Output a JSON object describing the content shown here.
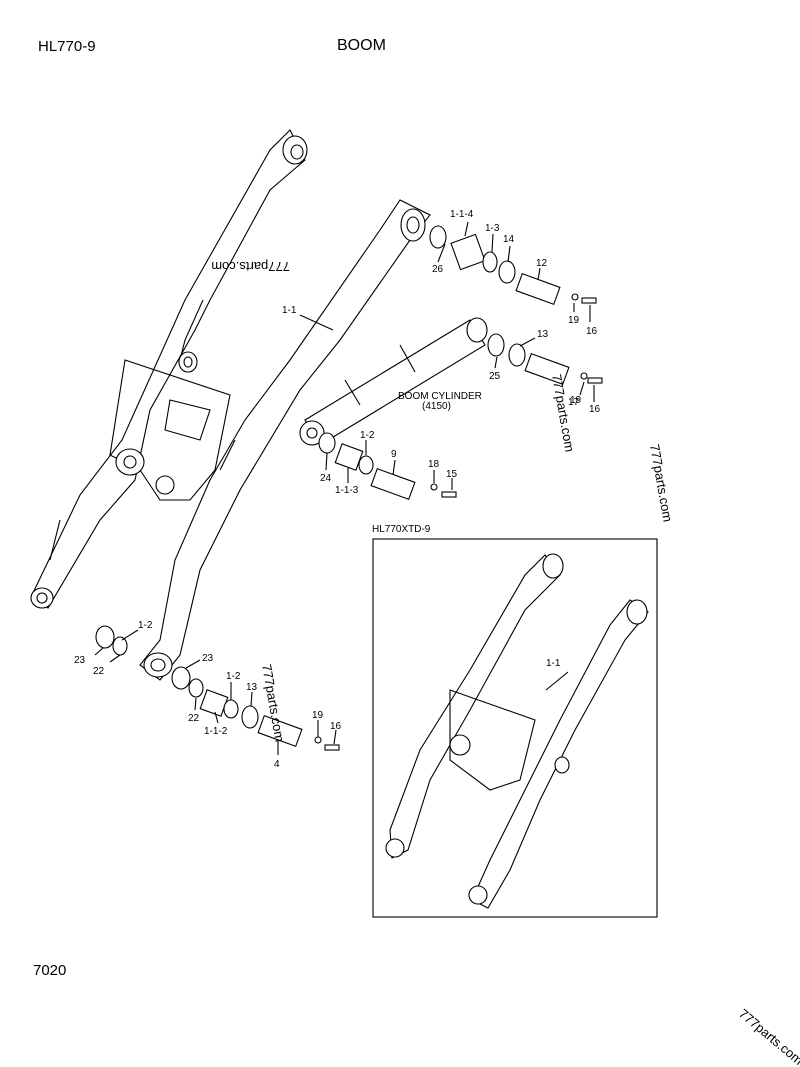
{
  "header": {
    "model": "HL770-9",
    "title": "BOOM",
    "page_number": "7020"
  },
  "inset": {
    "label": "HL770XTD-9"
  },
  "cylinder": {
    "name": "BOOM CYLINDER",
    "ref": "(4150)"
  },
  "watermark": "777parts.com",
  "callouts": {
    "c1": "1-1-4",
    "c2": "1-3",
    "c3": "14",
    "c4": "26",
    "c5": "12",
    "c6": "19",
    "c7": "16",
    "c8": "1-1",
    "c9": "13",
    "c10": "25",
    "c11": "17",
    "c12": "19",
    "c13": "16",
    "c14": "1-2",
    "c15": "9",
    "c16": "18",
    "c17": "15",
    "c18": "24",
    "c19": "1-1-3",
    "c20": "1-2",
    "c21": "23",
    "c22": "22",
    "c23": "23",
    "c24": "1-2",
    "c25": "13",
    "c26": "22",
    "c27": "1-1-2",
    "c28": "19",
    "c29": "16",
    "c30": "4",
    "c31": "1-1"
  }
}
